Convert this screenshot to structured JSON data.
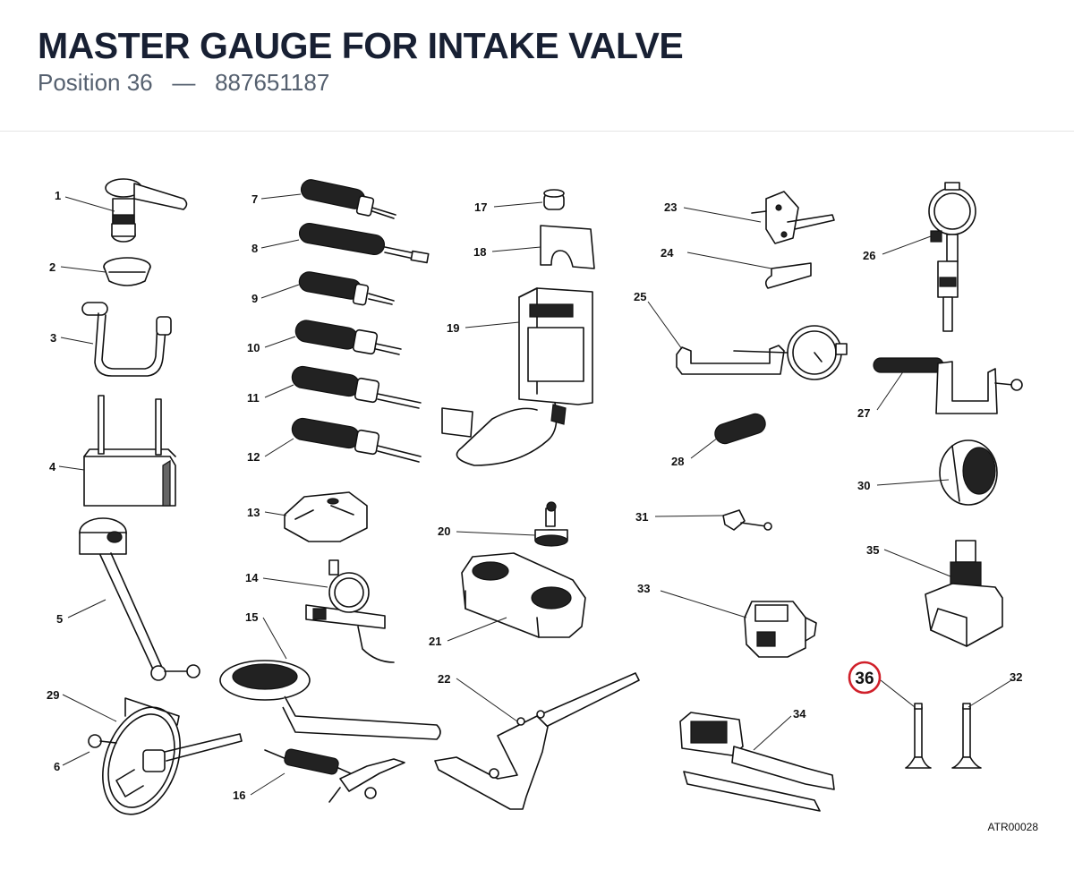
{
  "header": {
    "title": "MASTER GAUGE FOR INTAKE VALVE",
    "subtitle_position": "Position 36",
    "subtitle_separator": "—",
    "subtitle_part_number": "887651187"
  },
  "diagram": {
    "highlighted_label": "36",
    "highlight_color": "#d0202a",
    "reference_code": "ATR00028",
    "labels": {
      "l1": "1",
      "l2": "2",
      "l3": "3",
      "l4": "4",
      "l5": "5",
      "l6": "6",
      "l7": "7",
      "l8": "8",
      "l9": "9",
      "l10": "10",
      "l11": "11",
      "l12": "12",
      "l13": "13",
      "l14": "14",
      "l15": "15",
      "l16": "16",
      "l17": "17",
      "l18": "18",
      "l19": "19",
      "l20": "20",
      "l21": "21",
      "l22": "22",
      "l23": "23",
      "l24": "24",
      "l25": "25",
      "l26": "26",
      "l27": "27",
      "l28": "28",
      "l29": "29",
      "l30": "30",
      "l31": "31",
      "l32": "32",
      "l33": "33",
      "l34": "34",
      "l35": "35"
    }
  }
}
